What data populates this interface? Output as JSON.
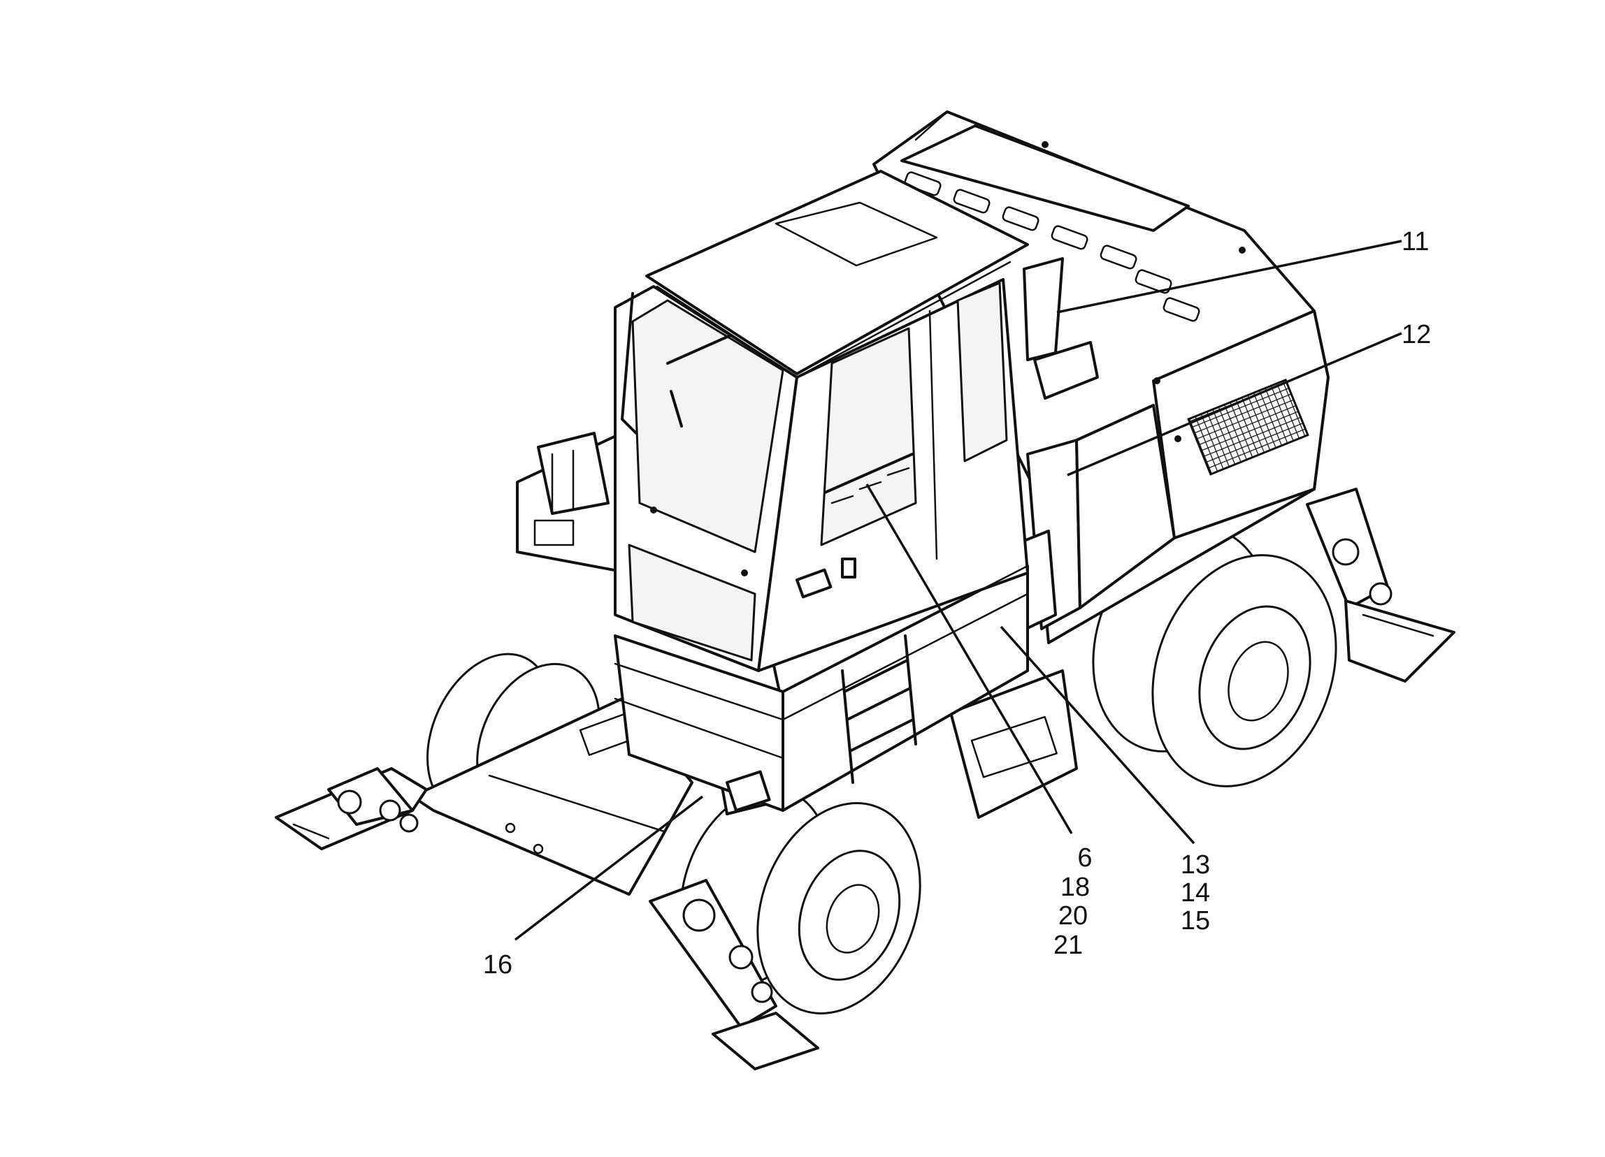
{
  "figure": {
    "subject": "wheeled excavator",
    "callouts": [
      {
        "id": "callout-11",
        "lines": [
          "11"
        ]
      },
      {
        "id": "callout-12",
        "lines": [
          "12"
        ]
      },
      {
        "id": "callout-6-18-20-21",
        "lines": [
          "6",
          "18",
          "20",
          "21"
        ]
      },
      {
        "id": "callout-13-14-15",
        "lines": [
          "13",
          "14",
          "15"
        ]
      },
      {
        "id": "callout-16",
        "lines": [
          "16"
        ]
      }
    ]
  }
}
